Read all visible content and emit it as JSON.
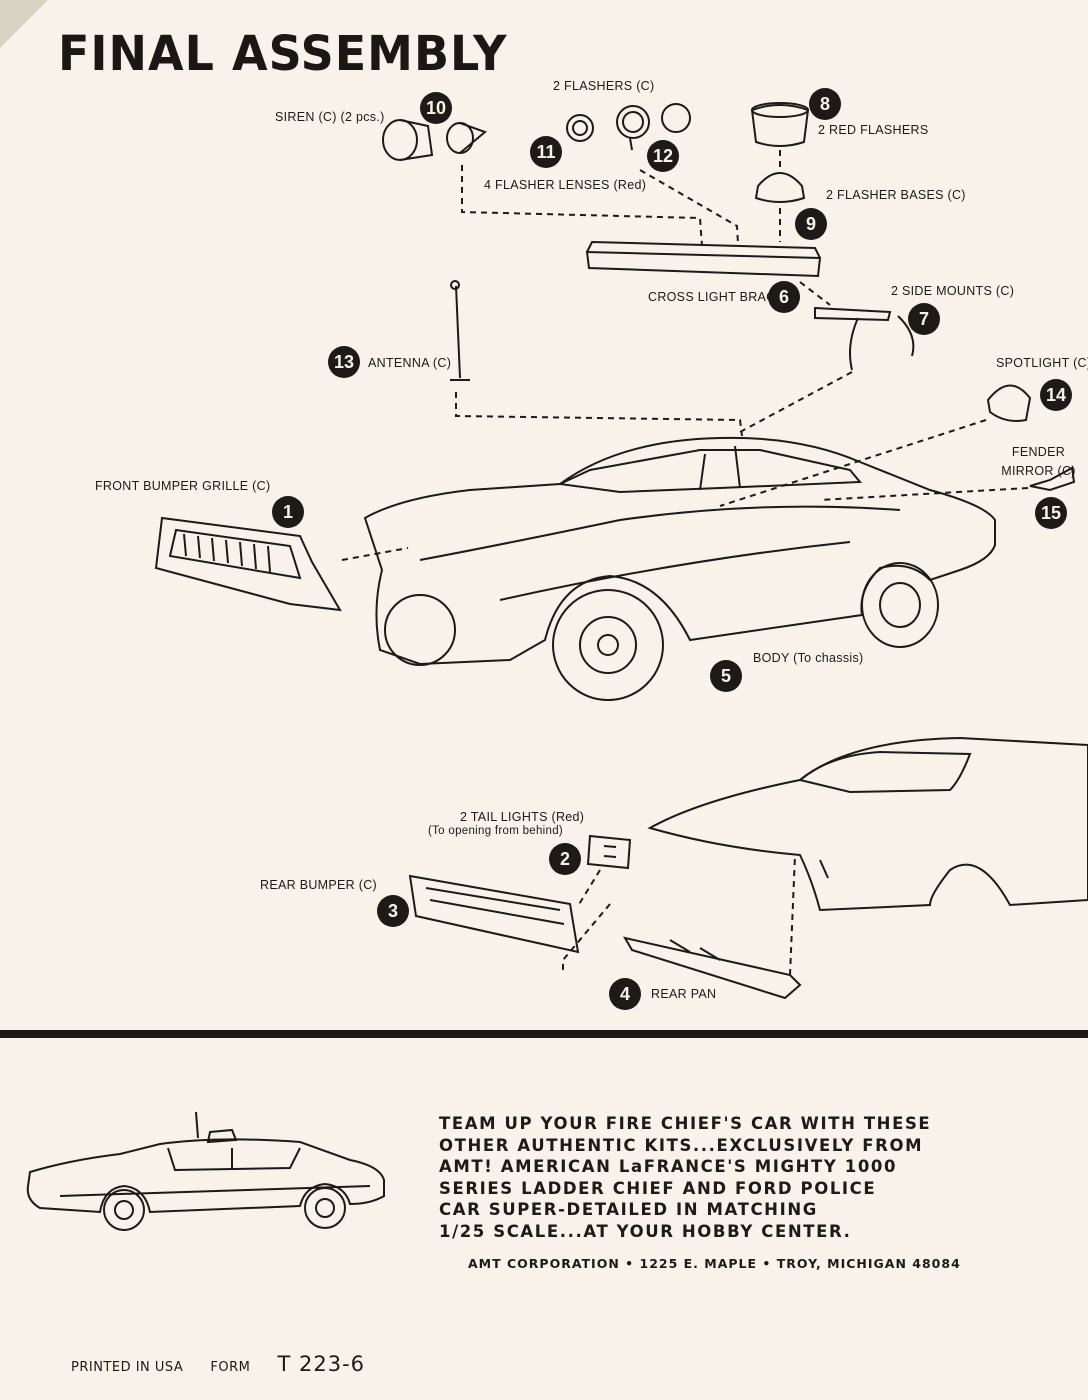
{
  "title": "FINAL ASSEMBLY",
  "parts": [
    {
      "num": "10",
      "label": "SIREN (C) (2 pcs.)"
    },
    {
      "num": "",
      "label": "2 FLASHERS (C)"
    },
    {
      "num": "11",
      "label": "4 FLASHER LENSES (Red)"
    },
    {
      "num": "12",
      "label": ""
    },
    {
      "num": "8",
      "label": "2 RED FLASHERS"
    },
    {
      "num": "9",
      "label": "2 FLASHER BASES (C)"
    },
    {
      "num": "6",
      "label": "CROSS LIGHT BRACE"
    },
    {
      "num": "7",
      "label": "2 SIDE MOUNTS (C)"
    },
    {
      "num": "13",
      "label": "ANTENNA (C)"
    },
    {
      "num": "14",
      "label": "SPOTLIGHT (C)"
    },
    {
      "num": "15",
      "label": "FENDER MIRROR (C)"
    },
    {
      "num": "1",
      "label": "FRONT BUMPER GRILLE (C)"
    },
    {
      "num": "5",
      "label": "BODY (To chassis)"
    },
    {
      "num": "2",
      "label": "2 TAIL LIGHTS (Red)",
      "note": "(To opening from behind)"
    },
    {
      "num": "3",
      "label": "REAR BUMPER (C)"
    },
    {
      "num": "4",
      "label": "REAR PAN"
    }
  ],
  "promo_lines": [
    "TEAM UP YOUR FIRE CHIEF'S CAR WITH THESE",
    "OTHER AUTHENTIC KITS...EXCLUSIVELY FROM",
    "AMT! AMERICAN LaFRANCE'S MIGHTY 1000",
    "SERIES LADDER CHIEF AND FORD POLICE",
    "CAR SUPER-DETAILED IN MATCHING",
    "1/25 SCALE...AT YOUR HOBBY CENTER."
  ],
  "address": "AMT CORPORATION • 1225 E. MAPLE • TROY, MICHIGAN 48084",
  "footer": {
    "printed": "PRINTED IN USA",
    "form_label": "FORM",
    "form_number": "T 223-6"
  }
}
